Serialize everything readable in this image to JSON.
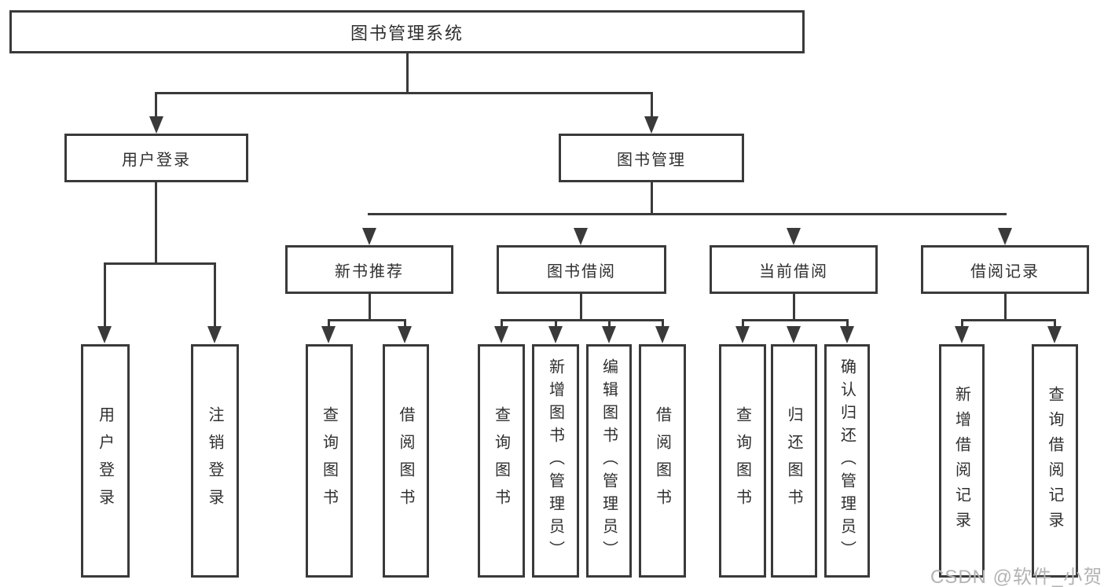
{
  "colors": {
    "line": "#3a3a3a",
    "text": "#2f2f2f",
    "bg": "#ffffff",
    "wm": "#b3b3b3"
  },
  "watermark": "CSDN @软件_小贺同学",
  "tree": {
    "label": "图书管理系统",
    "children": [
      {
        "label": "用户登录",
        "children": [
          {
            "label": "用户登录"
          },
          {
            "label": "注销登录"
          }
        ]
      },
      {
        "label": "图书管理",
        "children": [
          {
            "label": "新书推荐",
            "children": [
              {
                "label": "查询图书"
              },
              {
                "label": "借阅图书"
              }
            ]
          },
          {
            "label": "图书借阅",
            "children": [
              {
                "label": "查询图书"
              },
              {
                "label": "新增图书（管理员）"
              },
              {
                "label": "编辑图书（管理员）"
              },
              {
                "label": "借阅图书"
              }
            ]
          },
          {
            "label": "当前借阅",
            "children": [
              {
                "label": "查询图书"
              },
              {
                "label": "归还图书"
              },
              {
                "label": "确认归还（管理员）"
              }
            ]
          },
          {
            "label": "借阅记录",
            "children": [
              {
                "label": "新增借阅记录"
              },
              {
                "label": "查询借阅记录"
              }
            ]
          }
        ]
      }
    ]
  }
}
